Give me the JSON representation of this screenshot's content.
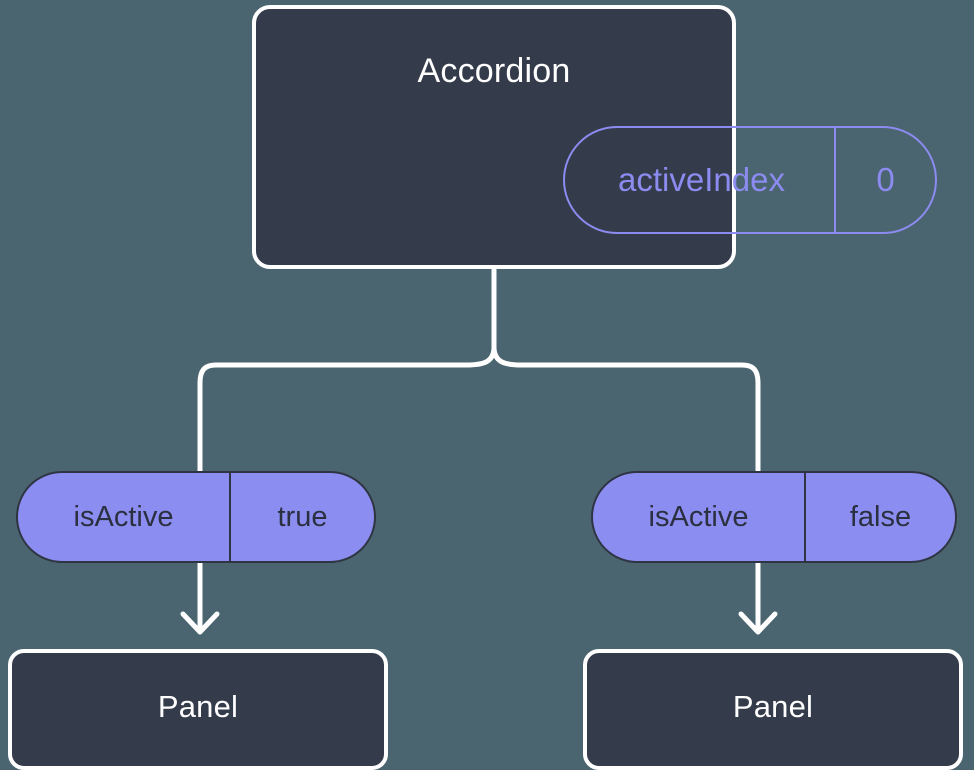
{
  "diagram": {
    "type": "component-state-tree",
    "background_color": "#4a6570",
    "node_fill_color": "#343b4b",
    "node_border_color": "#ffffff",
    "accent_color": "#8b8bf0",
    "pill_fill_color": "#8b8ef0",
    "pill_text_color": "#2b3040",
    "connector_color": "#ffffff"
  },
  "root": {
    "title": "Accordion",
    "state": {
      "key": "activeIndex",
      "value": "0"
    }
  },
  "branches": [
    {
      "prop": {
        "key": "isActive",
        "value": "true"
      },
      "child": {
        "title": "Panel"
      }
    },
    {
      "prop": {
        "key": "isActive",
        "value": "false"
      },
      "child": {
        "title": "Panel"
      }
    }
  ]
}
